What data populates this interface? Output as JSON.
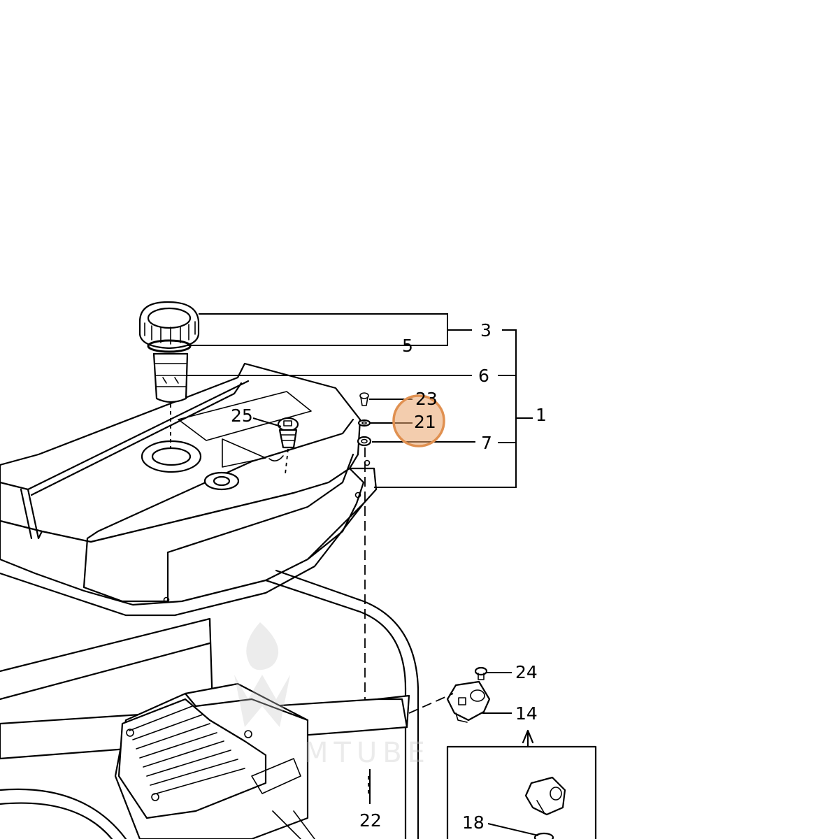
{
  "diagram": {
    "callouts": {
      "c3": "3",
      "c5": "5",
      "c6": "6",
      "c1": "1",
      "c23": "23",
      "c21": "21",
      "c7": "7",
      "c25": "25",
      "c24": "24",
      "c14": "14",
      "c22": "22",
      "c18": "18"
    },
    "highlight": {
      "callout": "21",
      "color": "#e9a46c"
    },
    "watermark": {
      "text": "MTUBE"
    },
    "colors": {
      "line": "#000000",
      "background": "#ffffff"
    }
  }
}
